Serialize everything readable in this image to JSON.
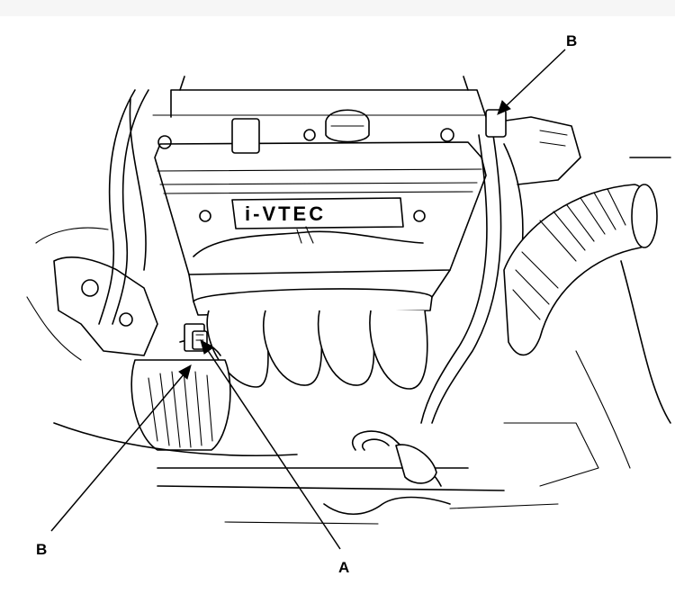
{
  "diagram": {
    "badge_text": "i-VTEC",
    "callouts": {
      "a": "A",
      "b_top": "B",
      "b_left": "B"
    },
    "colors": {
      "line": "#000000",
      "paper": "#ffffff",
      "frame": "#f6f6f6"
    }
  }
}
